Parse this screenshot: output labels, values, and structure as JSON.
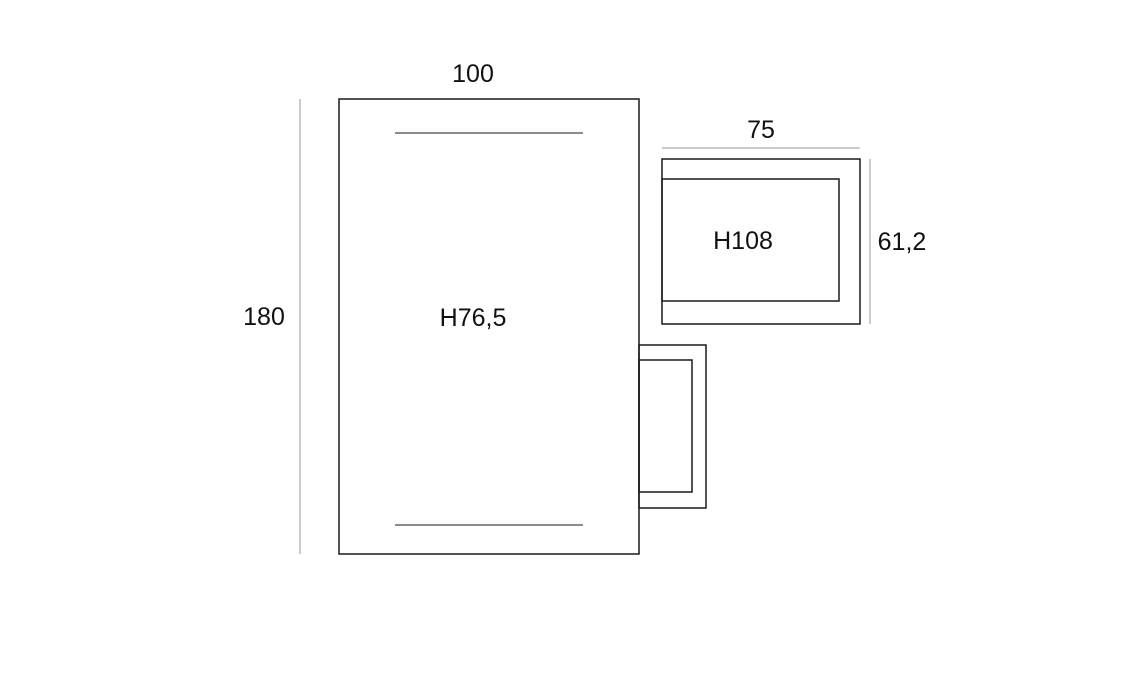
{
  "desk": {
    "width_label": "100",
    "depth_label": "180",
    "height_label": "H76,5"
  },
  "cabinet": {
    "width_label": "75",
    "depth_label": "61,2",
    "height_label": "H108"
  }
}
